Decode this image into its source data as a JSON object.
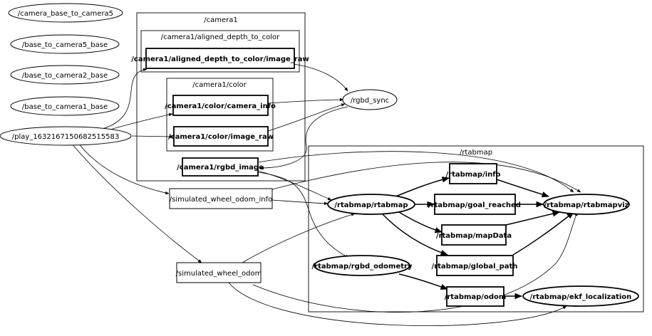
{
  "graph": {
    "clusters": {
      "camera1": "/camera1",
      "aligned": "/camera1/aligned_depth_to_color",
      "color": "/camera1/color",
      "rtabmap": "/rtabmap"
    },
    "nodes": {
      "camera_base_to_camera5": "/camera_base_to_camera5",
      "base_to_camera5_base": "/base_to_camera5_base",
      "base_to_camera2_base": "/base_to_camera2_base",
      "base_to_camera1_base": "/base_to_camera1_base",
      "play": "/play_1632167150682515583",
      "aligned_image_raw": "/camera1/aligned_depth_to_color/image_raw",
      "camera_info": "/camera1/color/camera_info",
      "color_image_raw": "/camera1/color/image_raw",
      "rgbd_image": "/camera1/rgbd_image",
      "rgbd_sync": "/rgbd_sync",
      "sim_odom_info": "/simulated_wheel_odom_info",
      "sim_odom": "/simulated_wheel_odom",
      "rtabmap_info": "/rtabmap/info",
      "rtabmap_rtabmap": "/rtabmap/rtabmap",
      "goal_reached": "/rtabmap/goal_reached",
      "rtabmapviz": "/rtabmap/rtabmapviz",
      "mapData": "/rtabmap/mapData",
      "rgbd_odometry": "/rtabmap/rgbd_odometry",
      "global_path": "/rtabmap/global_path",
      "odom": "/rtabmap/odom",
      "ekf": "/rtabmap/ekf_localization"
    }
  }
}
